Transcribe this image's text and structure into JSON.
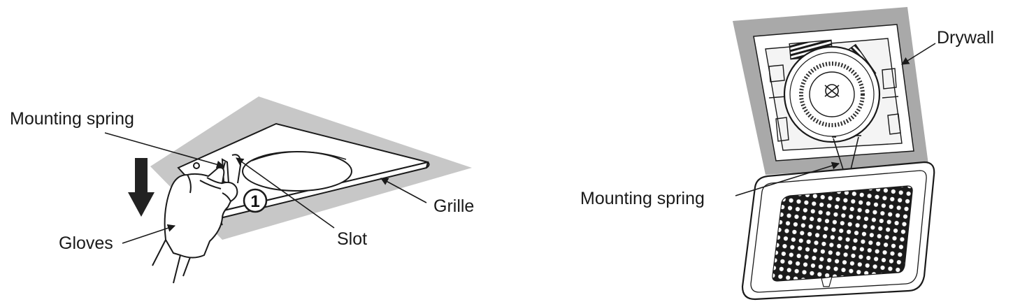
{
  "left_figure": {
    "labels": {
      "mounting_spring": "Mounting spring",
      "grille": "Grille",
      "slot": "Slot",
      "gloves": "Gloves"
    },
    "step_number": "1"
  },
  "right_figure": {
    "labels": {
      "drywall": "Drywall",
      "mounting_spring": "Mounting spring"
    }
  },
  "colors": {
    "ceiling_gray": "#c7c7c7",
    "drywall_gray": "#a9a9a9",
    "line": "#1a1a1a"
  },
  "icons": [
    "down-arrow-icon",
    "step-1-badge-icon",
    "glove-hand-icon",
    "fan-icon",
    "grille-mesh-icon"
  ]
}
